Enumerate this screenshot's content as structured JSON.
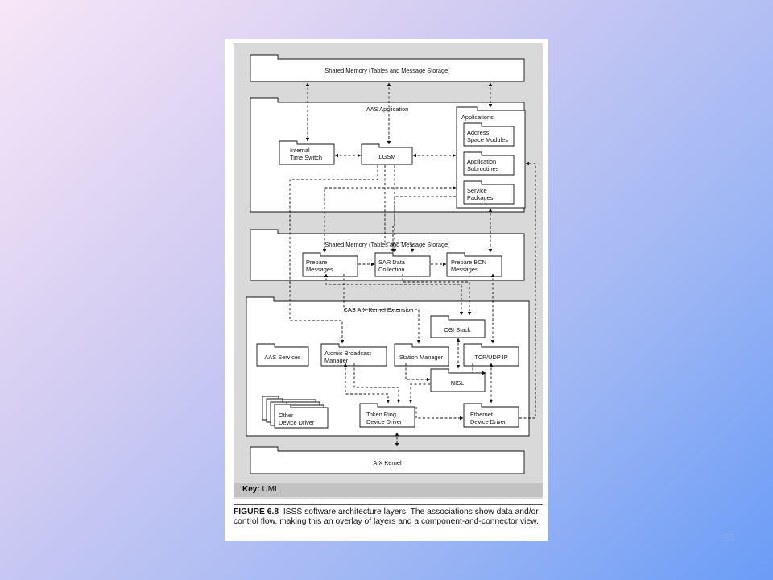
{
  "boxes": {
    "shared_memory_top": "Shared Memory (Tables and Message Storage)",
    "aas_application": "AAS Application",
    "applications": "Applications",
    "address_space_modules": [
      "Address",
      "Space Modules"
    ],
    "application_subroutines": [
      "Application",
      "Subroutines"
    ],
    "service_packages": [
      "Service",
      "Packages"
    ],
    "internal_time_switch": [
      "Internal",
      "Time Switch"
    ],
    "lgsm": "LGSM",
    "shared_memory_mid": "Shared Memory (Tables and Message Storage)",
    "prepare_messages": [
      "Prepare",
      "Messages"
    ],
    "sar_data_collection": [
      "SAR Data",
      "Collection"
    ],
    "prepare_bcn_messages": [
      "Prepare BCN",
      "Messages"
    ],
    "cas_aix_kernel_extension": "CAS AIX Kernel Extension",
    "osi_stack": "OSI Stack",
    "aas_services": "AAS Services",
    "atomic_broadcast_manager": [
      "Atomic Broadcast",
      "Manager"
    ],
    "station_manager": "Station Manager",
    "tcp_udp_ip": "TCP/UDP IP",
    "nisl": "NISL",
    "other_device_driver": [
      "Other",
      "Device Driver"
    ],
    "token_ring_device_driver": [
      "Token Ring",
      "Device Driver"
    ],
    "ethernet_device_driver": [
      "Ethernet",
      "Device Driver"
    ],
    "aix_kernel": "AIX Kernel"
  },
  "key": {
    "label": "Key:",
    "value": "UML"
  },
  "caption": {
    "figure_label": "FIGURE 6.8",
    "text": "ISSS software architecture layers. The associations show data and/or control flow, making this an overlay of layers and a component-and-connector view."
  },
  "page_number": "23"
}
